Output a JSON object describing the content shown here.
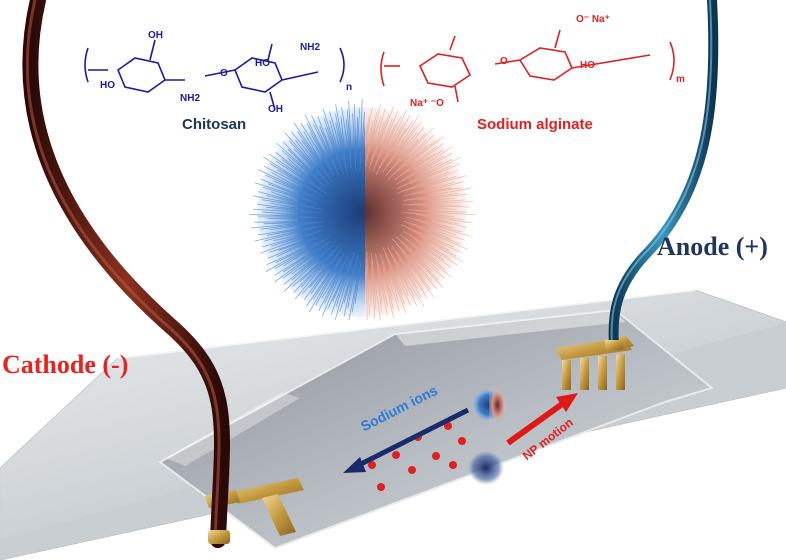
{
  "labels": {
    "cathode": "Cathode (-)",
    "anode": "Anode (+)",
    "chitosan": "Chitosan",
    "alginate": "Sodium alginate",
    "sodium_ions": "Sodium ions",
    "np_motion": "NP motion"
  },
  "chitosan_structure": {
    "oh1": "OH",
    "oh2": "HO",
    "nh2_a": "NH2",
    "oh3": "HO",
    "nh2_b": "NH2",
    "oh4": "OH",
    "o": "O",
    "n": "n"
  },
  "alginate_structure": {
    "na1": "O⁻ Na⁺",
    "na2": "Na⁺ ⁻O",
    "o": "O",
    "oh": "HO",
    "m": "m"
  },
  "colors": {
    "cathode_label": "#e8231f",
    "anode_label": "#1f3560",
    "chitosan": "#1a1aa8",
    "chitosan_label": "#1f3560",
    "alginate": "#e02020",
    "sodium_ions_label": "#2e7bd6",
    "np_motion_label": "#e02020",
    "np_blue": "#3f7cc8",
    "np_red": "#e0a090",
    "ion_dot": "#e22020",
    "cathode_wire": "#5a1a10",
    "anode_wire": "#1e6a90",
    "electrode_gold": "#c8a040"
  }
}
